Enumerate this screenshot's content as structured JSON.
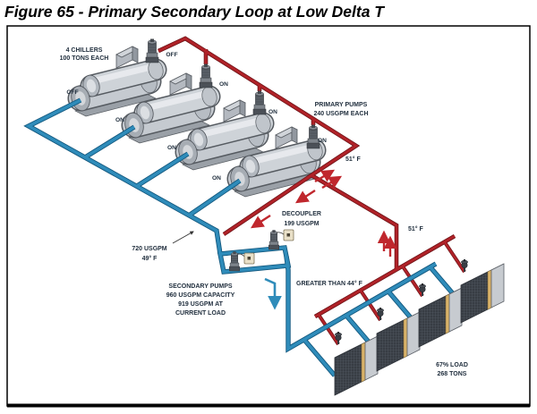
{
  "window": {
    "title": "Figure 65 - Primary Secondary Loop at Low Delta T"
  },
  "diagram": {
    "chillers": {
      "caption": [
        "4 CHILLERS",
        "100 TONS EACH"
      ],
      "statuses": [
        "OFF",
        "ON",
        "ON",
        "ON"
      ]
    },
    "primary_pumps": {
      "caption": [
        "PRIMARY PUMPS",
        "240 USGPM EACH"
      ],
      "statuses": [
        "OFF",
        "ON",
        "ON",
        "ON"
      ]
    },
    "secondary_pumps": {
      "caption": [
        "SECONDARY PUMPS",
        "960 USGPM CAPACITY",
        "919 USGPM AT",
        "CURRENT LOAD"
      ]
    },
    "decoupler": {
      "caption": [
        "DECOUPLER",
        "199 USGPM"
      ]
    },
    "chilled_supply": {
      "caption": [
        "720 USGPM",
        "49° F"
      ]
    },
    "return_temp_upper": "51° F",
    "return_temp_lower": "51° F",
    "secondary_supply_temp": "GREATER THAN 44° F",
    "load": {
      "caption": [
        "67% LOAD",
        "268 TONS"
      ]
    },
    "colors": {
      "chilled_water": "#2f8cba",
      "return_water": "#b02228",
      "flow_arrow_red": "#c0272d",
      "label_text": "#22303f",
      "vfd_box": "#e9e0c8",
      "coil_trim": "#d8b269"
    }
  }
}
